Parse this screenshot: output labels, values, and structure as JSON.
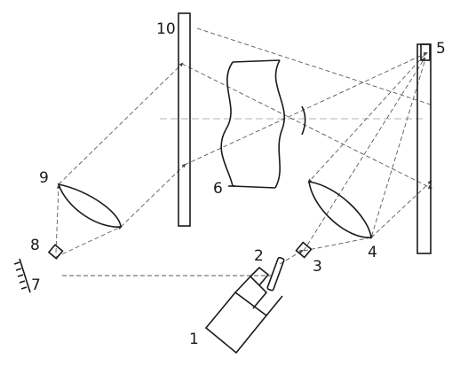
{
  "colors": {
    "ink": "#1a1a1a",
    "beam": "#5a5a5a",
    "axis": "#9a9a9a",
    "background": "#ffffff"
  },
  "labels": {
    "l1": "1",
    "l2": "2",
    "l3": "3",
    "l4": "4",
    "l5": "5",
    "l6": "6",
    "l7": "7",
    "l8": "8",
    "l9": "9",
    "l10": "10"
  }
}
